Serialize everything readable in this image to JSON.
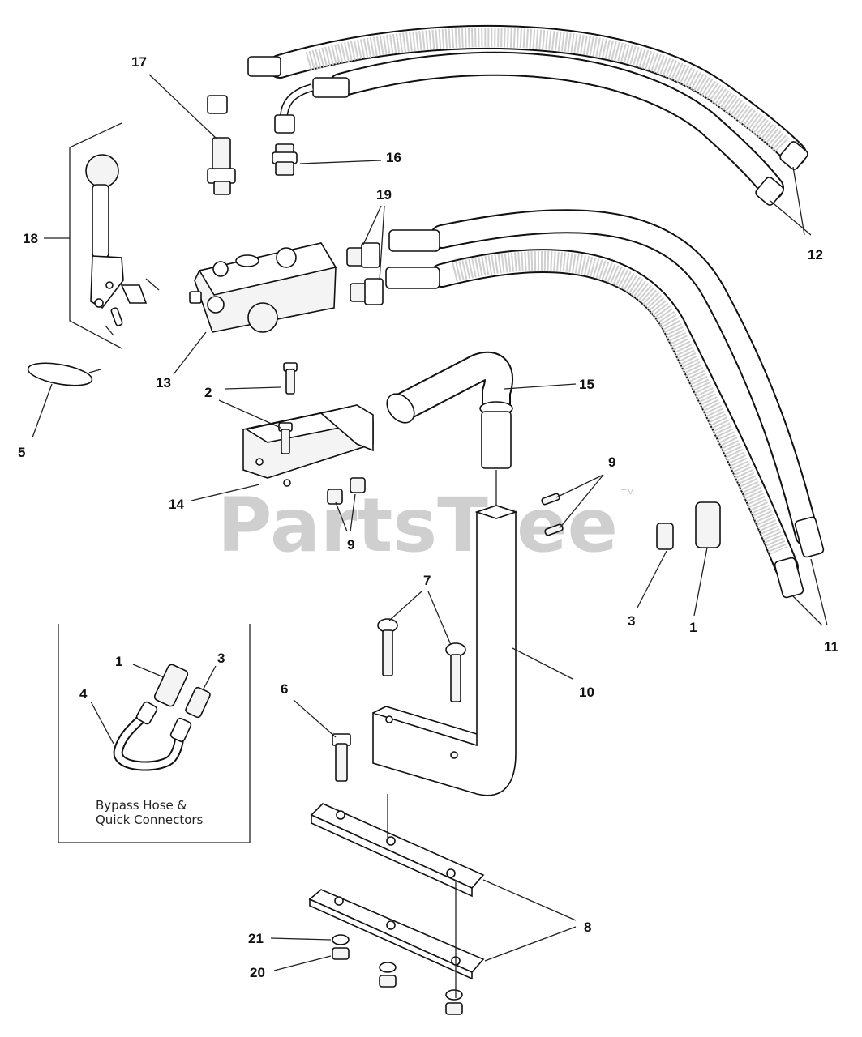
{
  "callouts": {
    "c1": "1",
    "c1b": "1",
    "c2": "2",
    "c3": "3",
    "c3b": "3",
    "c4": "4",
    "c5": "5",
    "c6": "6",
    "c7": "7",
    "c8": "8",
    "c9a": "9",
    "c9b": "9",
    "c10": "10",
    "c11": "11",
    "c12": "12",
    "c13": "13",
    "c14": "14",
    "c15": "15",
    "c16": "16",
    "c17": "17",
    "c18": "18",
    "c19": "19",
    "c20": "20",
    "c21": "21"
  },
  "inset": {
    "caption_line1": "Bypass Hose &",
    "caption_line2": "Quick Connectors"
  },
  "watermark": {
    "text": "PartsTree",
    "tm": "TM"
  }
}
